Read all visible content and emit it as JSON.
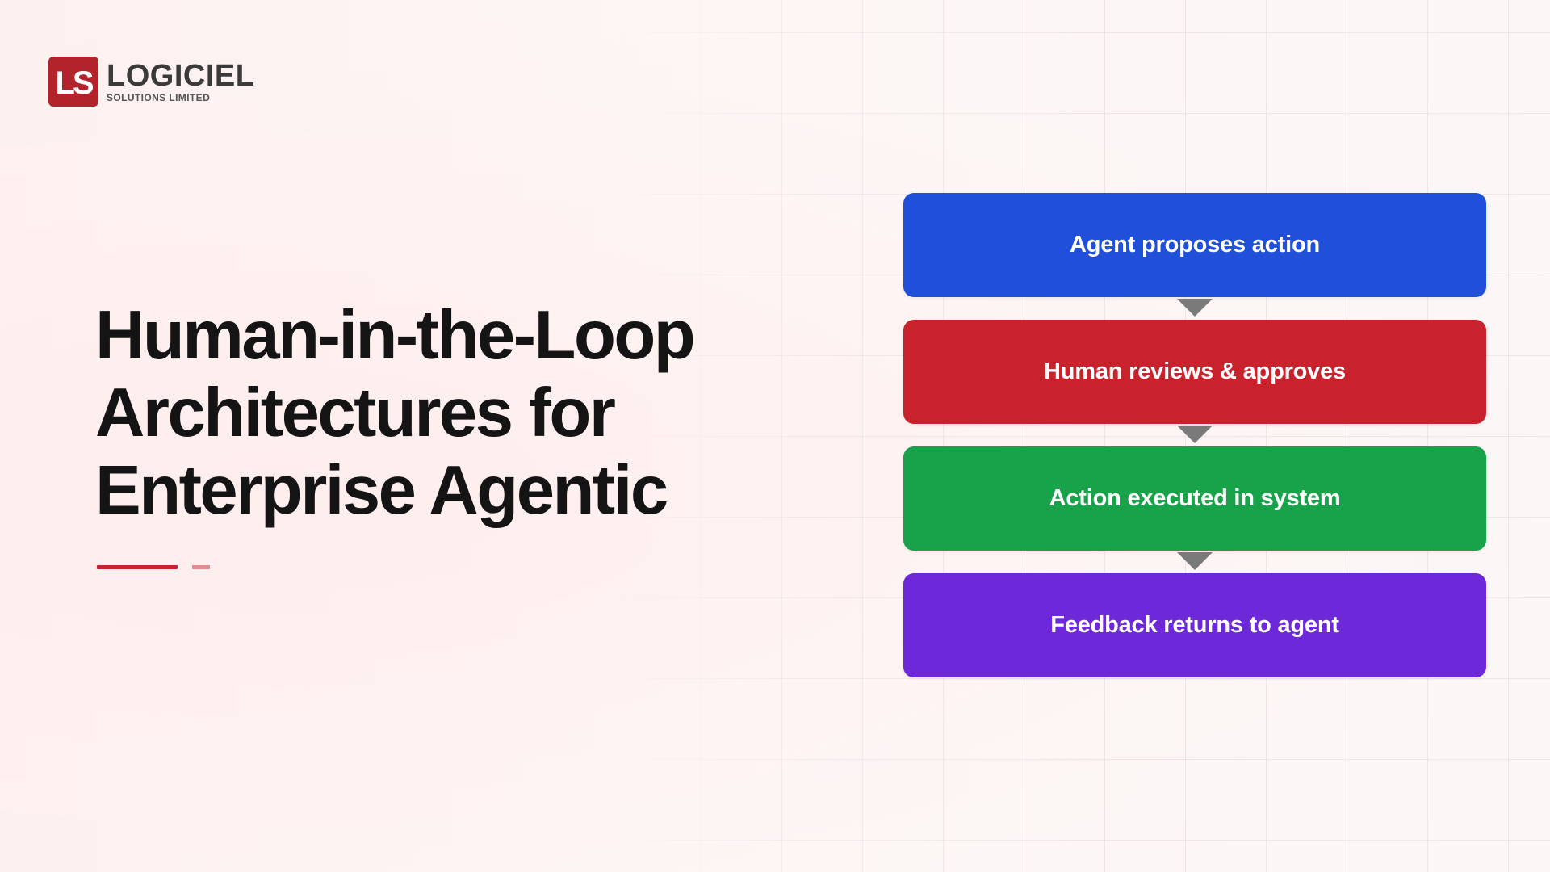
{
  "logo": {
    "mark": "LS",
    "name": "LOGICIEL",
    "subtitle": "SOLUTIONS LIMITED",
    "brand_color": "#b3232b"
  },
  "title": {
    "lines": [
      "Human-in-the-Loop",
      "Architectures for",
      "Enterprise Agentic"
    ]
  },
  "accent_colors": {
    "primary": "#c8232c",
    "secondary": "#e48a91"
  },
  "flow": {
    "steps": [
      {
        "label": "Agent proposes action",
        "color": "#2050da"
      },
      {
        "label": "Human reviews & approves",
        "color": "#c8232c"
      },
      {
        "label": "Action executed in system",
        "color": "#18a34a"
      },
      {
        "label": "Feedback returns to agent",
        "color": "#6d28d9"
      }
    ],
    "connector_icon": "down-triangle-arrow-icon",
    "connector_color": "#7a7a7a"
  }
}
